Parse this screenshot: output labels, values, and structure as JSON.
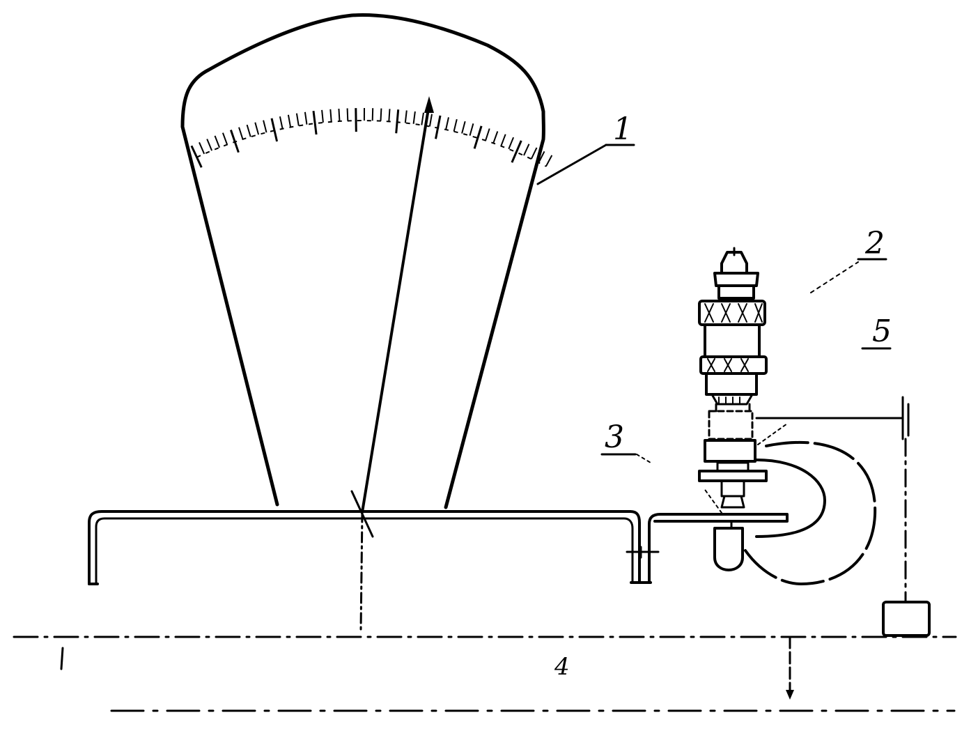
{
  "labels": {
    "scale_indicator": "1",
    "sensor_unit": "2",
    "clamp": "3",
    "base_beam": "4",
    "suspension": "5"
  }
}
